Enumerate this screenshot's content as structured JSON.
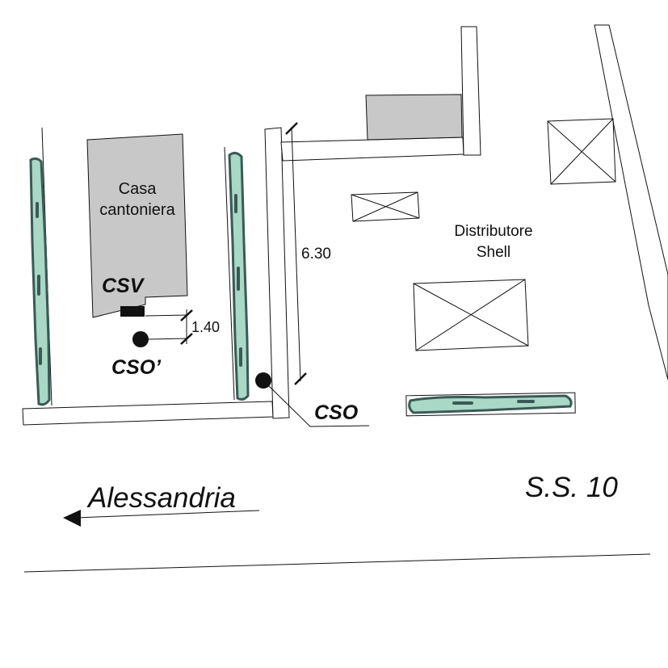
{
  "labels": {
    "house_line1": "Casa",
    "house_line2": "cantoniera",
    "station_line1": "Distributore",
    "station_line2": "Shell",
    "csv": "CSV",
    "cso_prime": "CSO’",
    "cso": "CSO",
    "dim_small": "1.40",
    "dim_large": "6.30",
    "direction": "Alessandria",
    "road": "S.S. 10"
  },
  "colors": {
    "building": "#c8c8c8",
    "hedge_fill": "#a9d8c6",
    "hedge_stroke": "#3a5a55",
    "ink": "#111111"
  }
}
